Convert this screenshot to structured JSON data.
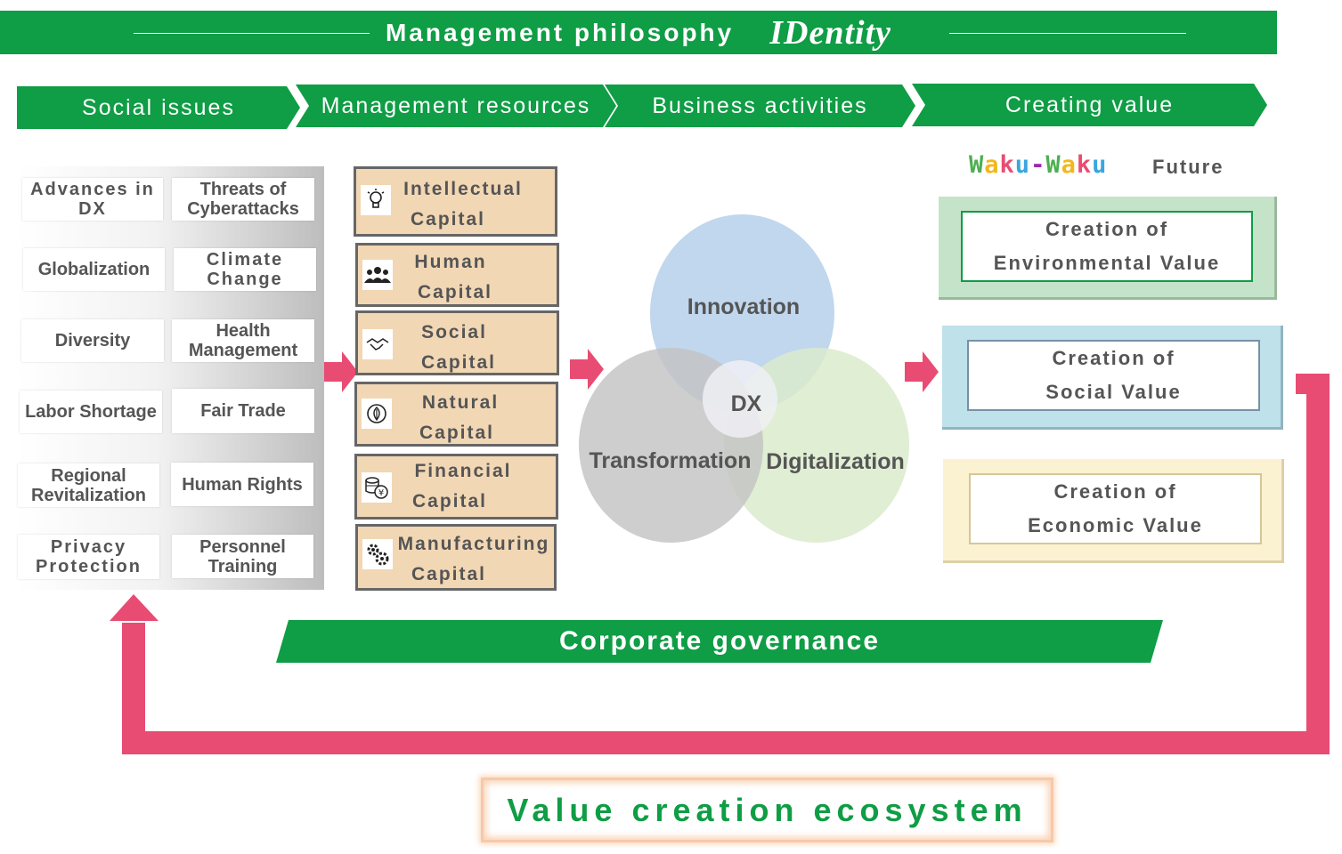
{
  "header": {
    "title": "Management philosophy",
    "brand": "IDentity"
  },
  "phases": [
    "Social issues",
    "Management resources",
    "Business activities",
    "Creating value"
  ],
  "social_issues": [
    "Advances in DX",
    "Threats of Cyberattacks",
    "Globalization",
    "Climate Change",
    "Diversity",
    "Health Management",
    "Labor Shortage",
    "Fair Trade",
    "Regional Revitalization",
    "Human Rights",
    "Privacy Protection",
    "Personnel Training"
  ],
  "capitals": [
    {
      "line1": "Intellectual",
      "line2": "Capital",
      "icon": "lightbulb-icon"
    },
    {
      "line1": "Human",
      "line2": "Capital",
      "icon": "people-icon"
    },
    {
      "line1": "Social",
      "line2": "Capital",
      "icon": "handshake-icon"
    },
    {
      "line1": "Natural",
      "line2": "Capital",
      "icon": "leaf-icon"
    },
    {
      "line1": "Financial",
      "line2": "Capital",
      "icon": "coins-icon"
    },
    {
      "line1": "Manufacturing",
      "line2": "Capital",
      "icon": "gears-icon"
    }
  ],
  "venn": {
    "top": "Innovation",
    "left": "Transformation",
    "right": "Digitalization",
    "center": "DX"
  },
  "future": {
    "waku": [
      "W",
      "a",
      "k",
      "u",
      "-",
      "W",
      "a",
      "k",
      "u"
    ],
    "label": "Future"
  },
  "values": [
    {
      "line1": "Creation of",
      "line2": "Environmental Value",
      "color": "#c5e3c8"
    },
    {
      "line1": "Creation of",
      "line2": "Social Value",
      "color": "#bfe1ea"
    },
    {
      "line1": "Creation of",
      "line2": "Economic Value",
      "color": "#fbf2d2"
    }
  ],
  "governance": "Corporate governance",
  "ecosystem": "Value creation ecosystem",
  "colors": {
    "green": "#0f9d45",
    "pink": "#e84c72",
    "capital_fill": "#f2d7b4",
    "waku": [
      "#4caf50",
      "#f2b81c",
      "#e84c72",
      "#3aa6dd",
      "#9c27b0",
      "#4caf50",
      "#f2b81c",
      "#e84c72",
      "#3aa6dd"
    ]
  }
}
